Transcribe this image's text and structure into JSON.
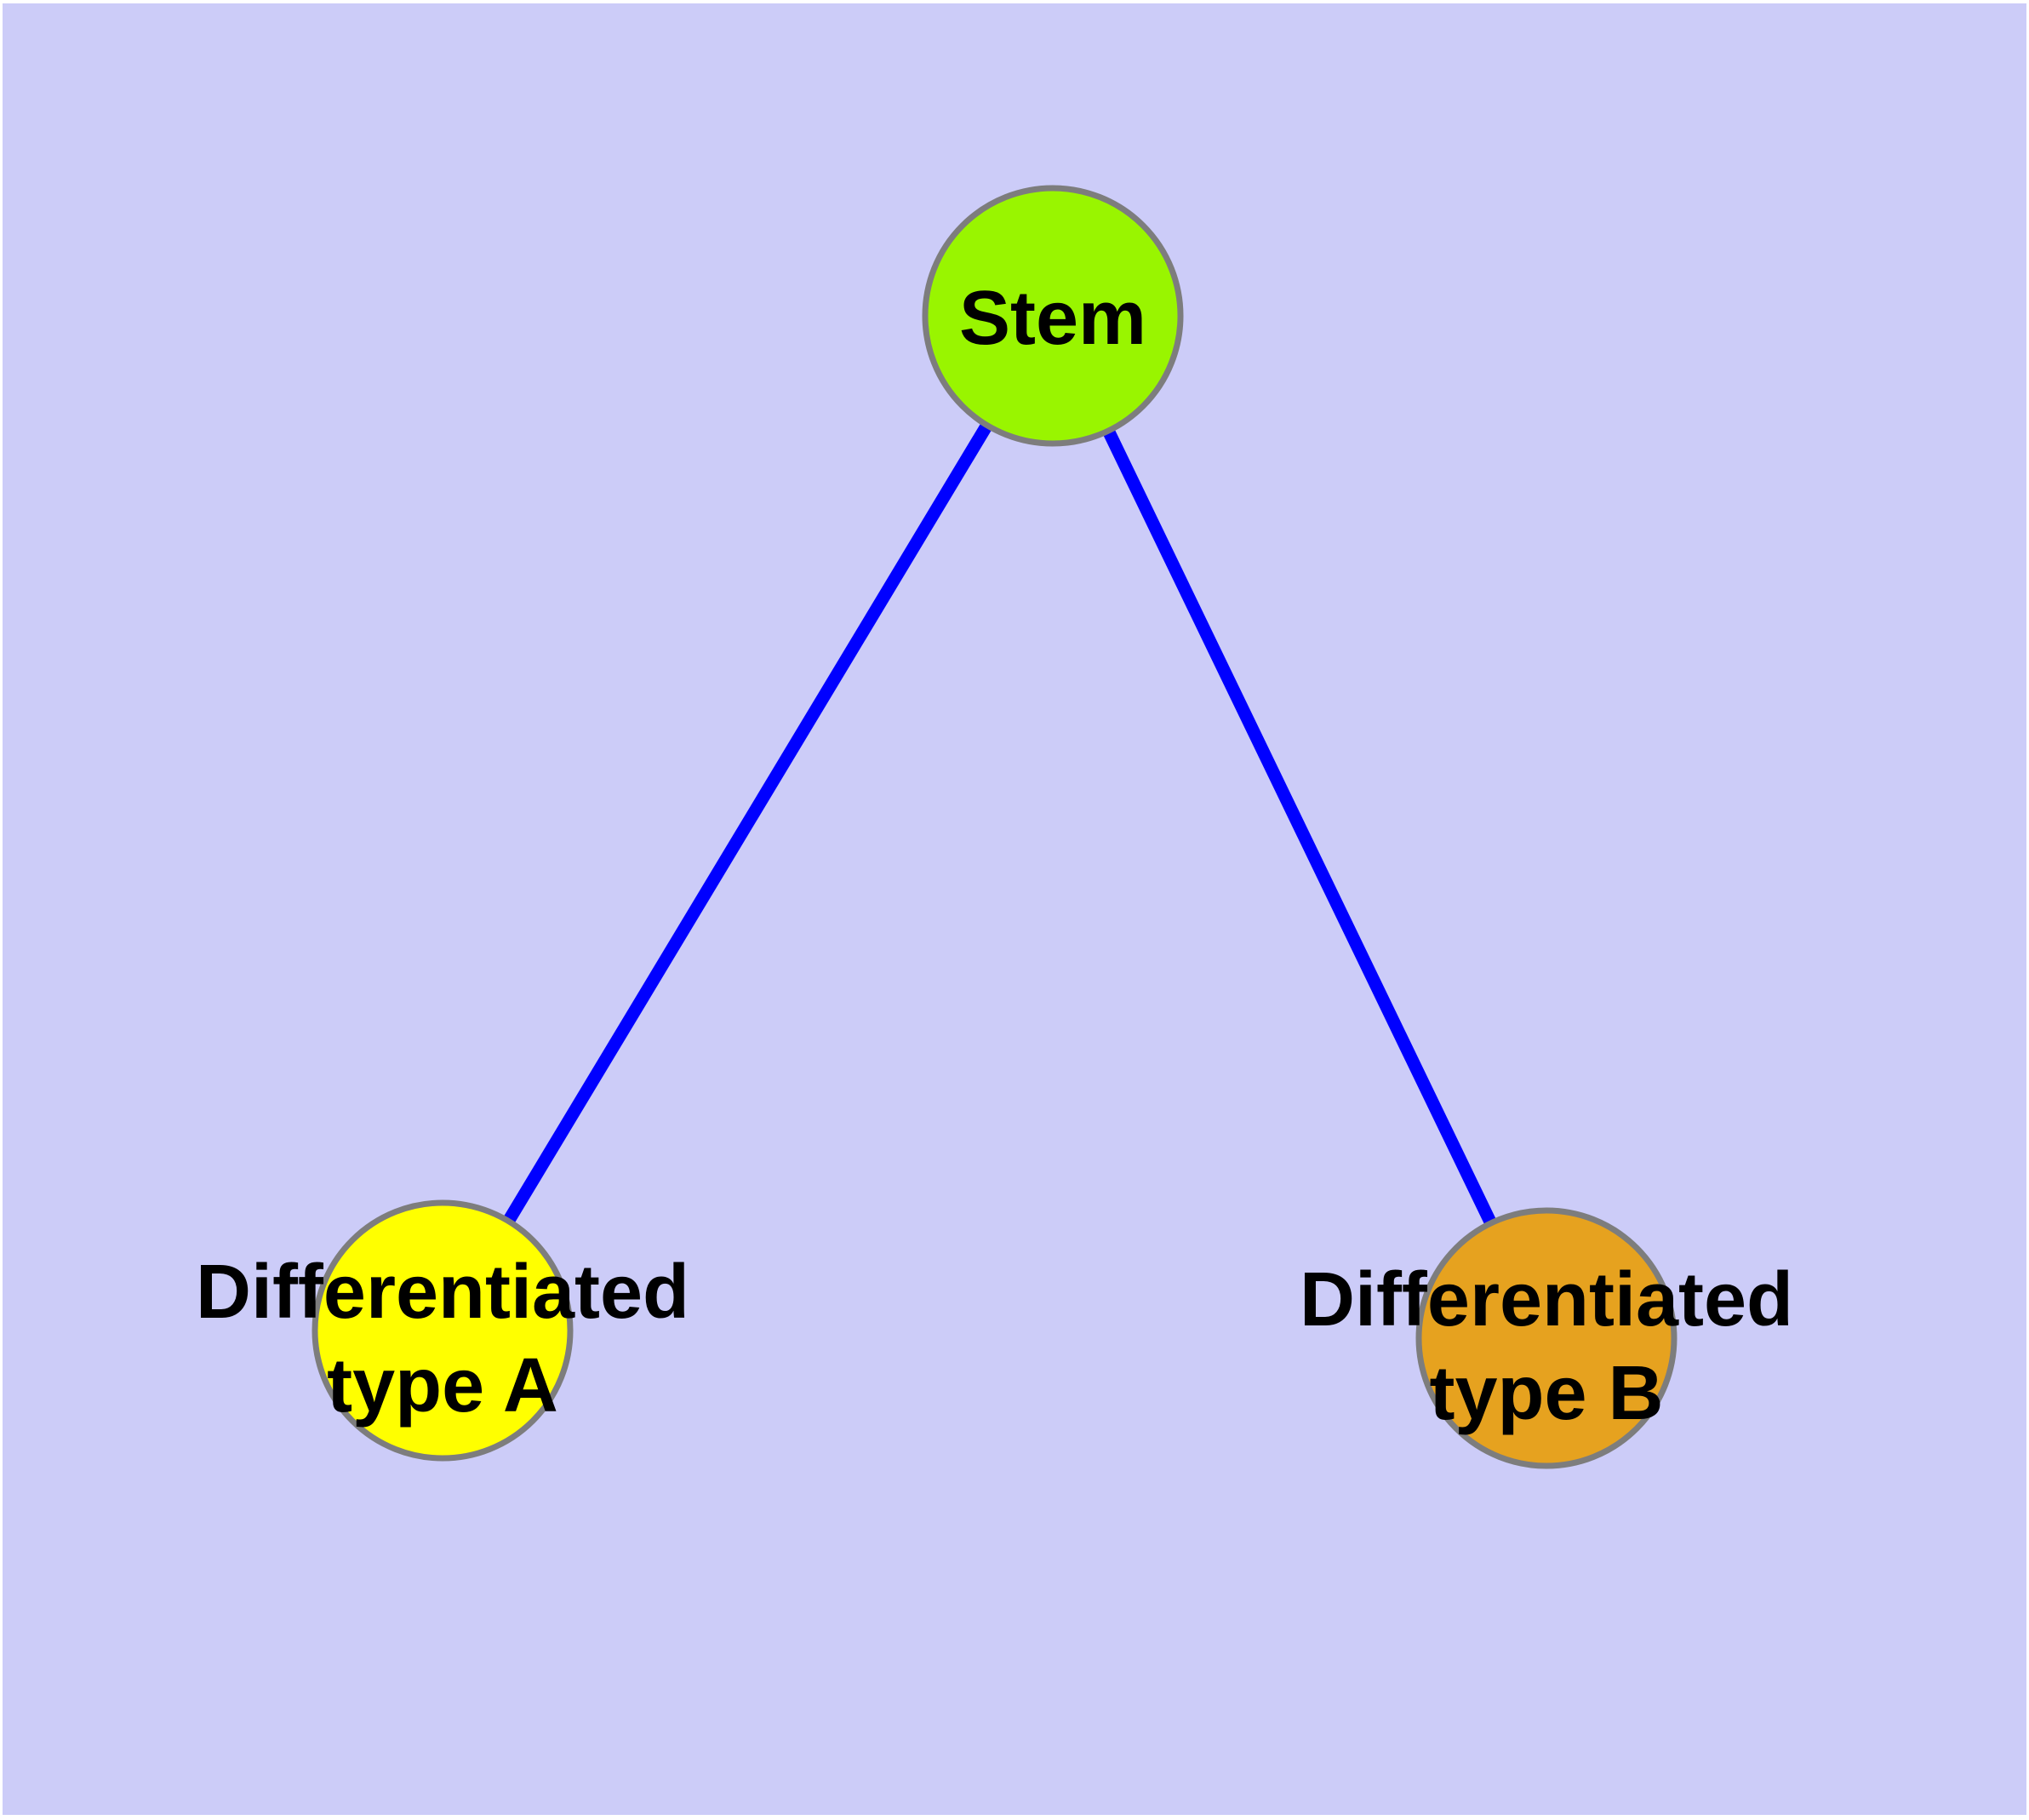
{
  "figure": {
    "background_color": "#CCCCF8",
    "frame_color": "#FFFFFF",
    "edge_color": "#0000FF",
    "edge_width": "15",
    "node_border_color": "#7D7D7D",
    "label_color": "#000000",
    "nodes": [
      {
        "id": "stem",
        "label": "Stem",
        "fill_color": "#99F500"
      },
      {
        "id": "differentiated-type-a",
        "label_line1": "Differentiated",
        "label_line2": "type A",
        "fill_color": "#FFFF00"
      },
      {
        "id": "differentiated-type-b",
        "label_line1": "Differentiated",
        "label_line2": "type B",
        "fill_color": "#E6A21F"
      }
    ],
    "edges": [
      {
        "from": "Stem",
        "to": "Differentiated type A"
      },
      {
        "from": "Stem",
        "to": "Differentiated type B"
      }
    ]
  }
}
